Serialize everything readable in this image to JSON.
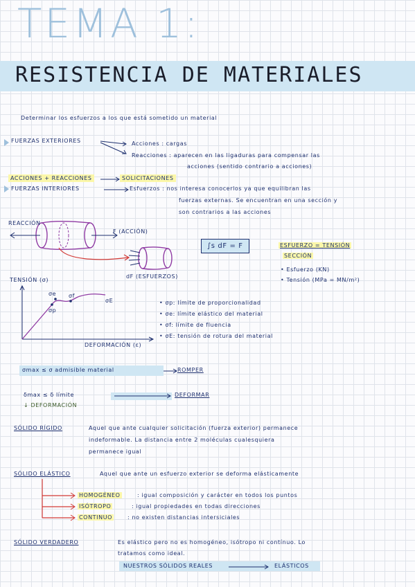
{
  "title": "TEMA 1:",
  "subtitle": "RESISTENCIA DE MATERIALES",
  "intro": "Determinar los esfuerzos a los que está sometido un material",
  "fuerzas_exteriores": {
    "label": "FUERZAS EXTERIORES",
    "acciones": "Acciones : cargas",
    "reacciones_1": "Reacciones : aparecen en las ligaduras para compensar las",
    "reacciones_2": "acciones (sentido contrario a acciones)"
  },
  "solicitaciones": {
    "left": "ACCIONES + REACCIONES",
    "right": "SOLICITACIONES"
  },
  "fuerzas_interiores": {
    "label": "FUERZAS INTERIORES",
    "line1": "Esfuerzos : nos interesa conocerlos ya que equilibran las",
    "line2": "fuerzas externas. Se encuentran en una sección y",
    "line3": "son contrarios a las acciones"
  },
  "figure": {
    "reaccion": "REACCIÓN",
    "f_accion": "F (ACCIÓN)",
    "df_esfuerzos": "dF (ESFUERZOS)",
    "integral": "∫s dF = F"
  },
  "esfuerzo": {
    "line1": "ESFUERZO = TENSIÓN",
    "line2": "SECCIÓN",
    "bullet1": "• Esfuerzo (KN)",
    "bullet2": "• Tensión (MPa = MN/m²)"
  },
  "graph": {
    "ylabel": "TENSIÓN (σ)",
    "xlabel": "DEFORMACIÓN (ε)",
    "sp": "σp",
    "se": "σe",
    "sf": "σf",
    "sE": "σE"
  },
  "definitions": [
    "• σp: límite de proporcionalidad",
    "• σe: límite elástico del material",
    "• σf: límite de fluencia",
    "• σE: tensión de rotura del material"
  ],
  "romper": {
    "left": "σmax ≤ σ admisible material",
    "right": "ROMPER"
  },
  "deformar": {
    "left": "δmax ≤ δ límite",
    "right": "DEFORMAR",
    "note": "↓ DEFORMACIÓN"
  },
  "solido_rigido": {
    "label": "SÓLIDO RÍGIDO",
    "line1": "Aquel que ante cualquier solicitación (fuerza exterior) permanece",
    "line2": "indeformable. La distancia entre 2 moléculas cualesquiera",
    "line3": "permanece igual"
  },
  "solido_elastico": {
    "label": "SÓLIDO ELÁSTICO",
    "text": "Aquel que ante un esfuerzo exterior se deforma elásticamente",
    "items": [
      {
        "key": "HOMOGÉNEO",
        "text": ": igual composición y carácter en todos los puntos"
      },
      {
        "key": "ISÓTROPO",
        "text": ": igual propiedades en todas direcciones"
      },
      {
        "key": "CONTINUO",
        "text": ": no existen distancias intersiciales"
      }
    ]
  },
  "solido_verdadero": {
    "label": "SÓLIDO VERDADERO",
    "line1": "Es elástico pero no es homogéneo, isótropo ni contínuo. Lo",
    "line2": "tratamos como ideal.",
    "left": "NUESTROS SÓLIDOS REALES",
    "right": "ELÁSTICOS"
  },
  "colors": {
    "ink": "#1d2f6e",
    "title": "#9ec0dc",
    "highlight_yellow": "#fbf7a9",
    "highlight_blue": "#cfe6f3",
    "accent_red": "#d23a36",
    "tube": "#8f3aa3"
  }
}
